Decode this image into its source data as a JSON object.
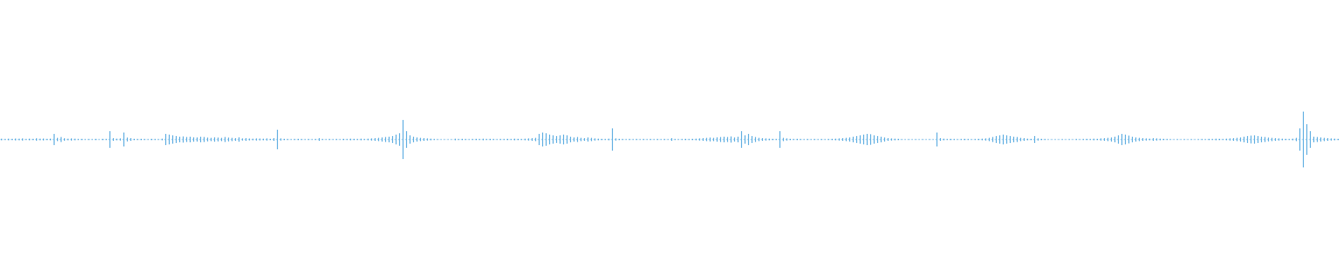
{
  "waveform": {
    "color": "#3f9ddb",
    "background": "#ffffff",
    "peaks": [
      0.006,
      0.004,
      0.006,
      0.005,
      0.007,
      0.006,
      0.008,
      0.004,
      0.006,
      0.005,
      0.009,
      0.006,
      0.007,
      0.005,
      0.006,
      0.04,
      0.012,
      0.018,
      0.009,
      0.006,
      0.008,
      0.006,
      0.004,
      0.005,
      0.003,
      0.004,
      0.003,
      0.005,
      0.0,
      0.005,
      0.004,
      0.06,
      0.01,
      0.006,
      0.008,
      0.05,
      0.014,
      0.01,
      0.005,
      0.004,
      0.005,
      0.004,
      0.003,
      0.005,
      0.004,
      0.003,
      0.006,
      0.04,
      0.035,
      0.03,
      0.025,
      0.02,
      0.022,
      0.018,
      0.02,
      0.016,
      0.015,
      0.02,
      0.018,
      0.014,
      0.012,
      0.016,
      0.014,
      0.012,
      0.018,
      0.014,
      0.012,
      0.01,
      0.016,
      0.008,
      0.01,
      0.007,
      0.006,
      0.008,
      0.007,
      0.006,
      0.008,
      0.005,
      0.01,
      0.07,
      0.008,
      0.005,
      0.004,
      0.003,
      0.004,
      0.005,
      0.004,
      0.003,
      0.004,
      0.003,
      0.004,
      0.01,
      0.004,
      0.003,
      0.004,
      0.003,
      0.004,
      0.003,
      0.005,
      0.004,
      0.006,
      0.005,
      0.004,
      0.006,
      0.004,
      0.006,
      0.008,
      0.01,
      0.012,
      0.015,
      0.018,
      0.02,
      0.025,
      0.035,
      0.045,
      0.14,
      0.06,
      0.03,
      0.02,
      0.015,
      0.012,
      0.01,
      0.008,
      0.006,
      0.004,
      0.003,
      0.0,
      0.0,
      0.0,
      0.0,
      0.006,
      0.004,
      0.005,
      0.004,
      0.003,
      0.004,
      0.005,
      0.004,
      0.006,
      0.004,
      0.005,
      0.004,
      0.003,
      0.004,
      0.004,
      0.005,
      0.004,
      0.006,
      0.005,
      0.004,
      0.006,
      0.008,
      0.01,
      0.012,
      0.04,
      0.05,
      0.045,
      0.035,
      0.03,
      0.025,
      0.03,
      0.035,
      0.03,
      0.02,
      0.015,
      0.018,
      0.012,
      0.01,
      0.015,
      0.012,
      0.008,
      0.006,
      0.005,
      0.004,
      0.006,
      0.08,
      0.008,
      0.005,
      0.004,
      0.003,
      0.004,
      0.003,
      0.004,
      0.003,
      0.004,
      0.003,
      0.004,
      0.003,
      0.004,
      0.003,
      0.004,
      0.003,
      0.01,
      0.004,
      0.003,
      0.004,
      0.005,
      0.004,
      0.005,
      0.006,
      0.008,
      0.01,
      0.012,
      0.014,
      0.012,
      0.016,
      0.018,
      0.02,
      0.018,
      0.022,
      0.015,
      0.02,
      0.06,
      0.03,
      0.04,
      0.025,
      0.018,
      0.012,
      0.01,
      0.008,
      0.006,
      0.005,
      0.004,
      0.06,
      0.012,
      0.008,
      0.005,
      0.004,
      0.005,
      0.004,
      0.003,
      0.004,
      0.003,
      0.004,
      0.003,
      0.004,
      0.003,
      0.004,
      0.005,
      0.006,
      0.008,
      0.01,
      0.012,
      0.015,
      0.02,
      0.025,
      0.03,
      0.035,
      0.04,
      0.038,
      0.03,
      0.025,
      0.02,
      0.015,
      0.01,
      0.008,
      0.006,
      0.005,
      0.003,
      0.0,
      0.003,
      0.0,
      0.003,
      0.0,
      0.003,
      0.0,
      0.003,
      0.0,
      0.05,
      0.01,
      0.006,
      0.004,
      0.005,
      0.004,
      0.003,
      0.004,
      0.005,
      0.004,
      0.003,
      0.004,
      0.005,
      0.006,
      0.008,
      0.012,
      0.018,
      0.025,
      0.03,
      0.035,
      0.03,
      0.025,
      0.02,
      0.018,
      0.012,
      0.01,
      0.006,
      0.005,
      0.025,
      0.008,
      0.005,
      0.004,
      0.0,
      0.0,
      0.0,
      0.0,
      0.003,
      0.0,
      0.003,
      0.0,
      0.004,
      0.003,
      0.004,
      0.005,
      0.004,
      0.006,
      0.005,
      0.008,
      0.01,
      0.012,
      0.015,
      0.02,
      0.03,
      0.04,
      0.035,
      0.028,
      0.02,
      0.015,
      0.012,
      0.01,
      0.008,
      0.006,
      0.01,
      0.008,
      0.006,
      0.005,
      0.004,
      0.003,
      0.0,
      0.003,
      0.0,
      0.003,
      0.0,
      0.003,
      0.0,
      0.003,
      0.004,
      0.003,
      0.005,
      0.004,
      0.006,
      0.005,
      0.004,
      0.006,
      0.008,
      0.01,
      0.012,
      0.015,
      0.02,
      0.025,
      0.028,
      0.03,
      0.025,
      0.02,
      0.018,
      0.014,
      0.012,
      0.01,
      0.008,
      0.006,
      0.005,
      0.004,
      0.006,
      0.012,
      0.08,
      0.2,
      0.11,
      0.06,
      0.02,
      0.018,
      0.015,
      0.012,
      0.01,
      0.008,
      0.006,
      0.005
    ]
  }
}
